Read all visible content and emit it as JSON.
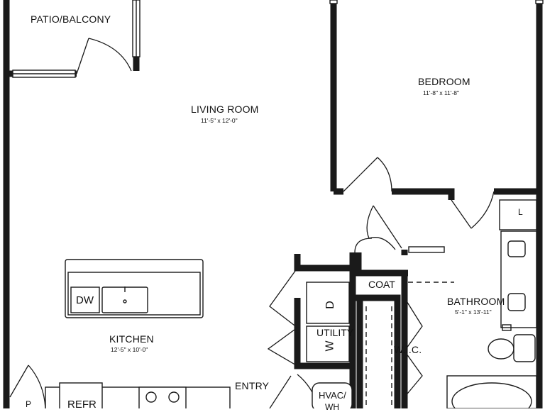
{
  "rooms": {
    "patio": {
      "name": "PATIO/BALCONY"
    },
    "living": {
      "name": "LIVING ROOM",
      "dims": "11'-5\" x 12'-0\""
    },
    "bedroom": {
      "name": "BEDROOM",
      "dims": "11'-8\" x 11'-8\""
    },
    "kitchen": {
      "name": "KITCHEN",
      "dims": "12'-5\" x 10'-0\""
    },
    "bathroom": {
      "name": "BATHROOM",
      "dims": "5'-1\" x 13'-11\""
    },
    "wic": {
      "name": "W.I.C."
    },
    "entry": {
      "name": "ENTRY"
    }
  },
  "fixtures": {
    "coat": "COAT",
    "utility": "UTILITY",
    "dw": "DW",
    "refr": "REFR",
    "pantry": "P",
    "hvac": "HVAC/",
    "hvac2": "WH",
    "washer": "W",
    "dryer": "D",
    "linen": "L"
  }
}
